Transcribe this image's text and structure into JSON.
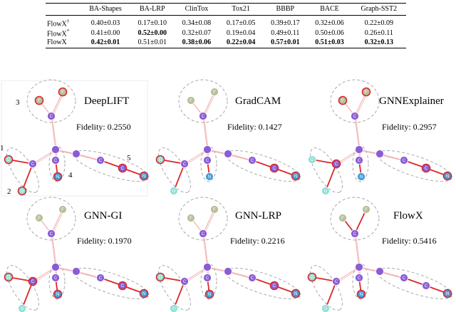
{
  "table": {
    "columns": [
      "",
      "BA-Shapes",
      "BA-LRP",
      "ClinTox",
      "Tox21",
      "BBBP",
      "BACE",
      "Graph-SST2"
    ],
    "rows": [
      {
        "method": "FlowX",
        "mark": "†",
        "cells": [
          {
            "v": "0.40±0.03",
            "bold": false
          },
          {
            "v": "0.17±0.10",
            "bold": false
          },
          {
            "v": "0.34±0.08",
            "bold": false
          },
          {
            "v": "0.17±0.05",
            "bold": false
          },
          {
            "v": "0.39±0.17",
            "bold": false
          },
          {
            "v": "0.32±0.06",
            "bold": false
          },
          {
            "v": "0.22±0.09",
            "bold": false
          }
        ]
      },
      {
        "method": "FlowX",
        "mark": "*",
        "cells": [
          {
            "v": "0.41±0.00",
            "bold": false
          },
          {
            "v": "0.52±0.00",
            "bold": true
          },
          {
            "v": "0.32±0.07",
            "bold": false
          },
          {
            "v": "0.19±0.04",
            "bold": false
          },
          {
            "v": "0.49±0.11",
            "bold": false
          },
          {
            "v": "0.50±0.06",
            "bold": false
          },
          {
            "v": "0.26±0.11",
            "bold": false
          }
        ]
      },
      {
        "method": "FlowX",
        "mark": "",
        "cells": [
          {
            "v": "0.42±0.01",
            "bold": true
          },
          {
            "v": "0.51±0.01",
            "bold": false
          },
          {
            "v": "0.38±0.06",
            "bold": true
          },
          {
            "v": "0.22±0.04",
            "bold": true
          },
          {
            "v": "0.57±0.01",
            "bold": true
          },
          {
            "v": "0.51±0.03",
            "bold": true
          },
          {
            "v": "0.32±0.13",
            "bold": true
          }
        ]
      }
    ]
  },
  "figure": {
    "fidelity_label": "Fidelity:",
    "marker_labels": [
      "1",
      "2",
      "3",
      "4",
      "5"
    ],
    "colors": {
      "carbon": "#8a5cd6",
      "oxygen": "#8fdfd6",
      "nitrogen": "#3f9ee0",
      "fluorine": "#b8bf9c",
      "highlight": "#d9282c",
      "edge": "#f0a8a8",
      "group": "#a8a8a8"
    },
    "panels": [
      {
        "method": "DeepLIFT",
        "fidelity": "0.2550"
      },
      {
        "method": "GradCAM",
        "fidelity": "0.1427"
      },
      {
        "method": "GNNExplainer",
        "fidelity": "0.2957"
      },
      {
        "method": "GNN-GI",
        "fidelity": "0.1970"
      },
      {
        "method": "GNN-LRP",
        "fidelity": "0.2216"
      },
      {
        "method": "FlowX",
        "fidelity": "0.5416"
      }
    ]
  }
}
